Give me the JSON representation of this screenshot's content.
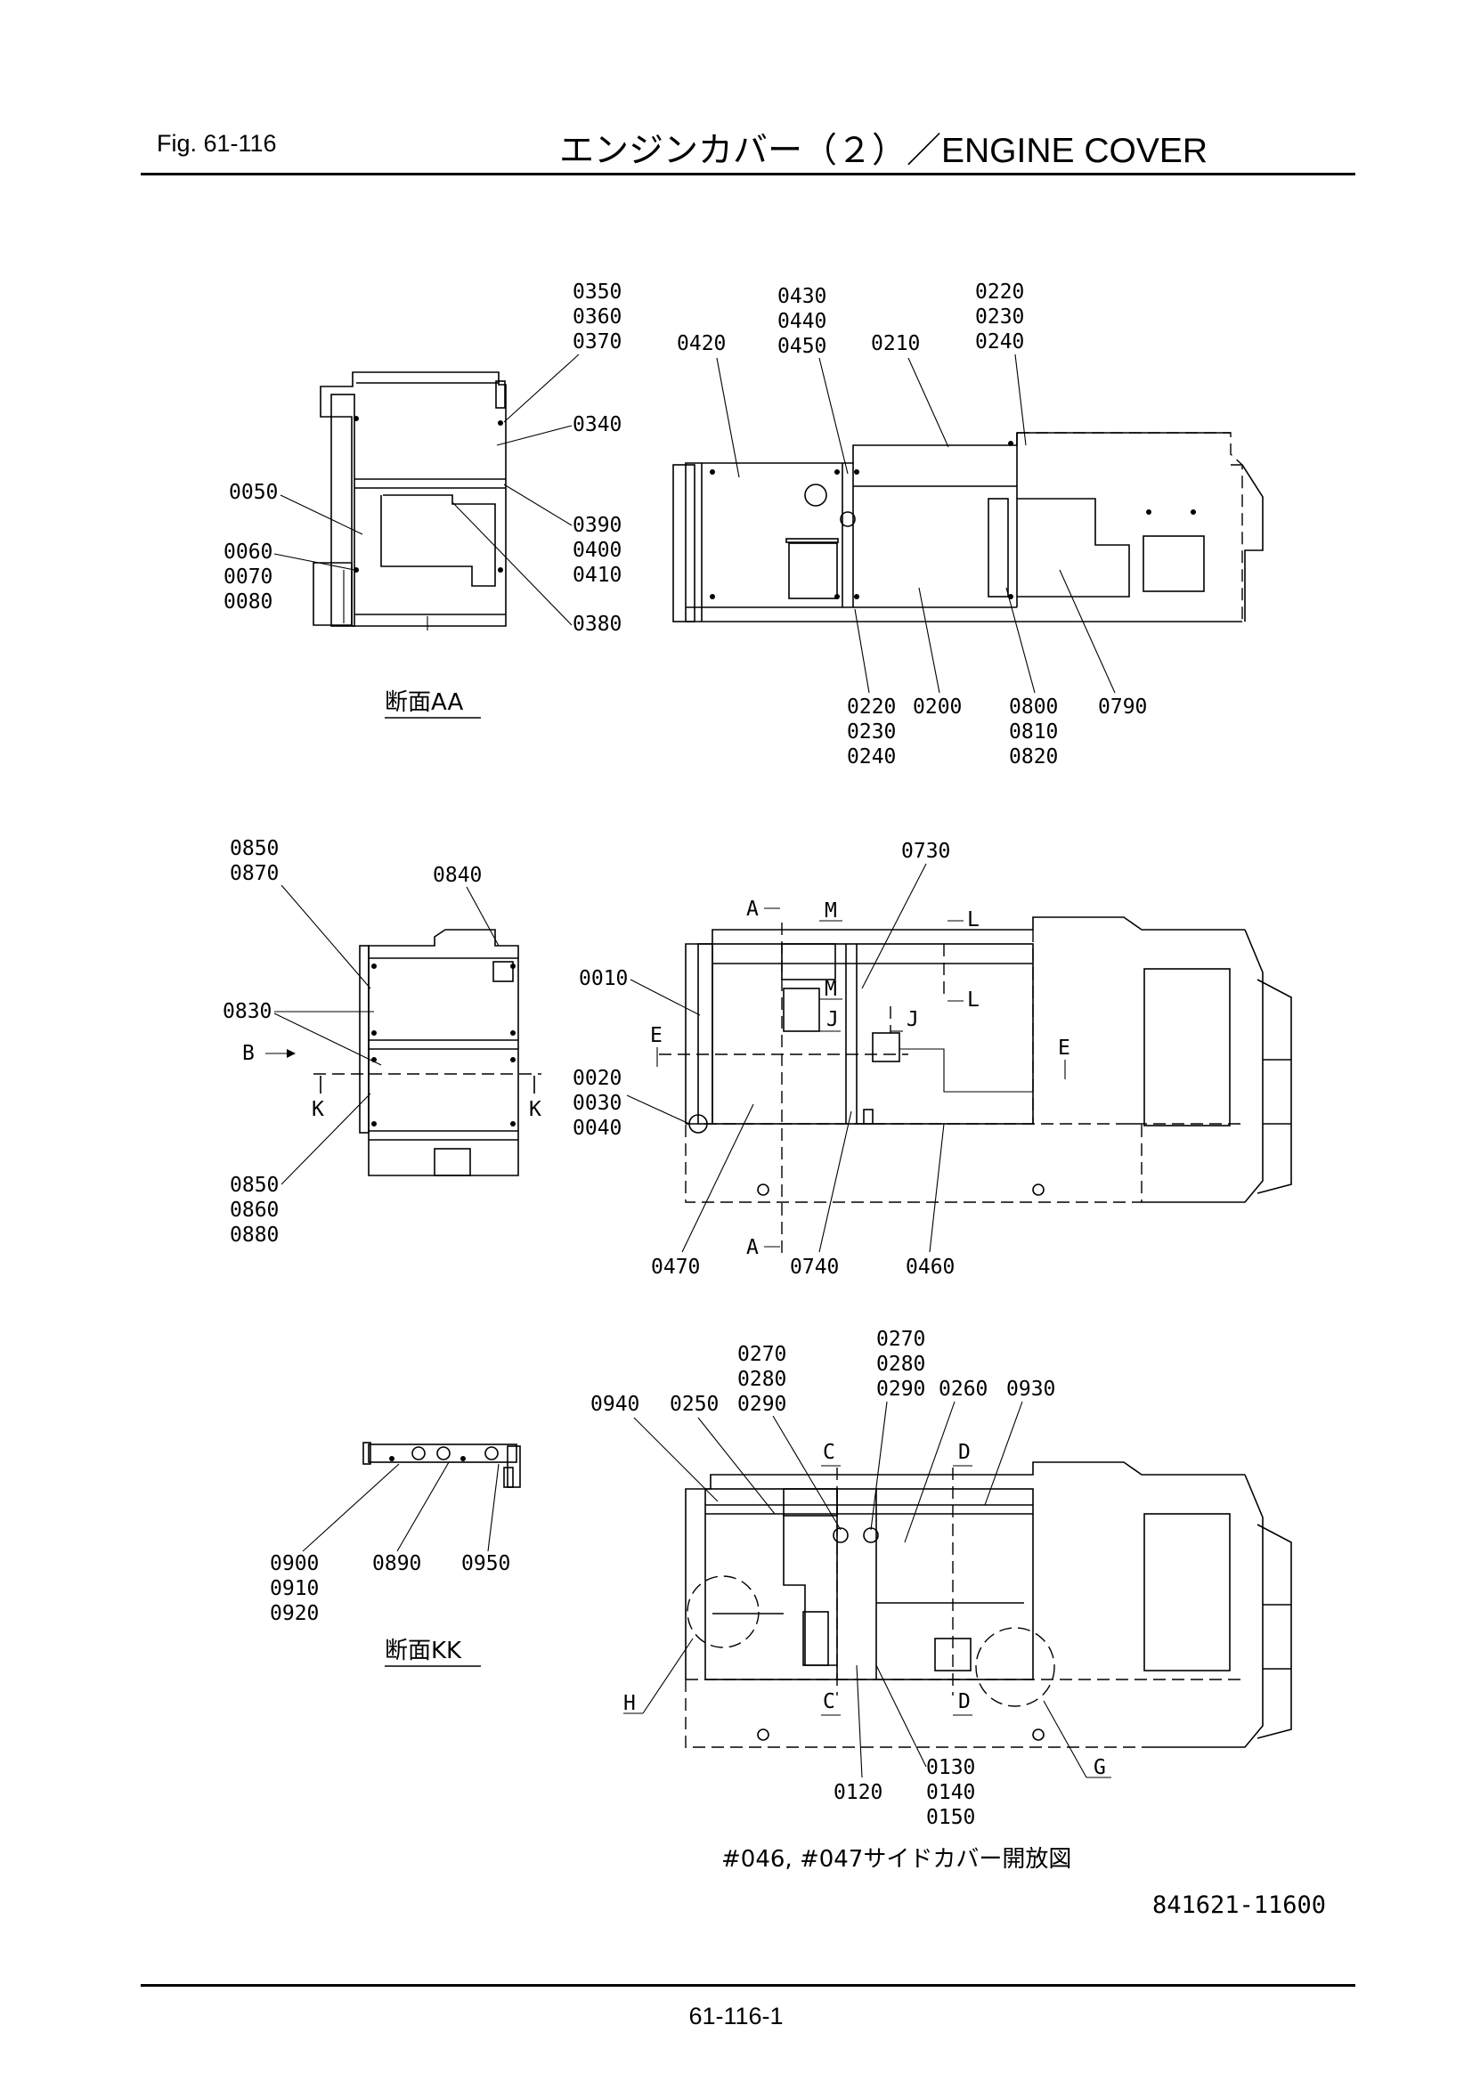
{
  "header": {
    "fig_label": "Fig.  61-116",
    "title": "エンジンカバー（２）／ENGINE COVER"
  },
  "footer": {
    "page_number": "61-116-1"
  },
  "sections": {
    "aa": "断面AA",
    "kk": "断面KK",
    "side_open": "#046, #047サイドカバー開放図"
  },
  "drawing_number": "841621-11600",
  "markers": {
    "a": "A",
    "m": "M",
    "l": "L",
    "j": "J",
    "e": "E",
    "b": "B",
    "k": "K",
    "c": "C",
    "d": "D",
    "h": "H",
    "g": "G"
  },
  "callouts": {
    "view_aa": {
      "c0350": "0350",
      "c0360": "0360",
      "c0370": "0370",
      "c0340": "0340",
      "c0050": "0050",
      "c0060": "0060",
      "c0070": "0070",
      "c0080": "0080",
      "c0390": "0390",
      "c0400": "0400",
      "c0410": "0410",
      "c0380": "0380"
    },
    "view_top_right": {
      "c0420": "0420",
      "c0430": "0430",
      "c0440": "0440",
      "c0450": "0450",
      "c0210": "0210",
      "c0220a": "0220",
      "c0230a": "0230",
      "c0240a": "0240",
      "c0220b": "0220",
      "c0230b": "0230",
      "c0240b": "0240",
      "c0200": "0200",
      "c0800": "0800",
      "c0810": "0810",
      "c0820": "0820",
      "c0790": "0790"
    },
    "view_side": {
      "c0850a": "0850",
      "c0870": "0870",
      "c0840": "0840",
      "c0830": "0830",
      "c0850b": "0850",
      "c0860": "0860",
      "c0880": "0880"
    },
    "view_front": {
      "c0730": "0730",
      "c0010": "0010",
      "c0020": "0020",
      "c0030": "0030",
      "c0040": "0040",
      "c0470": "0470",
      "c0740": "0740",
      "c0460": "0460"
    },
    "view_kk": {
      "c0900": "0900",
      "c0910": "0910",
      "c0920": "0920",
      "c0890": "0890",
      "c0950": "0950"
    },
    "view_open": {
      "c0270a": "0270",
      "c0280a": "0280",
      "c0290a": "0290",
      "c0270b": "0270",
      "c0280b": "0280",
      "c0290b": "0290",
      "c0940": "0940",
      "c0250": "0250",
      "c0260": "0260",
      "c0930": "0930",
      "c0120": "0120",
      "c0130": "0130",
      "c0140": "0140",
      "c0150": "0150"
    }
  }
}
